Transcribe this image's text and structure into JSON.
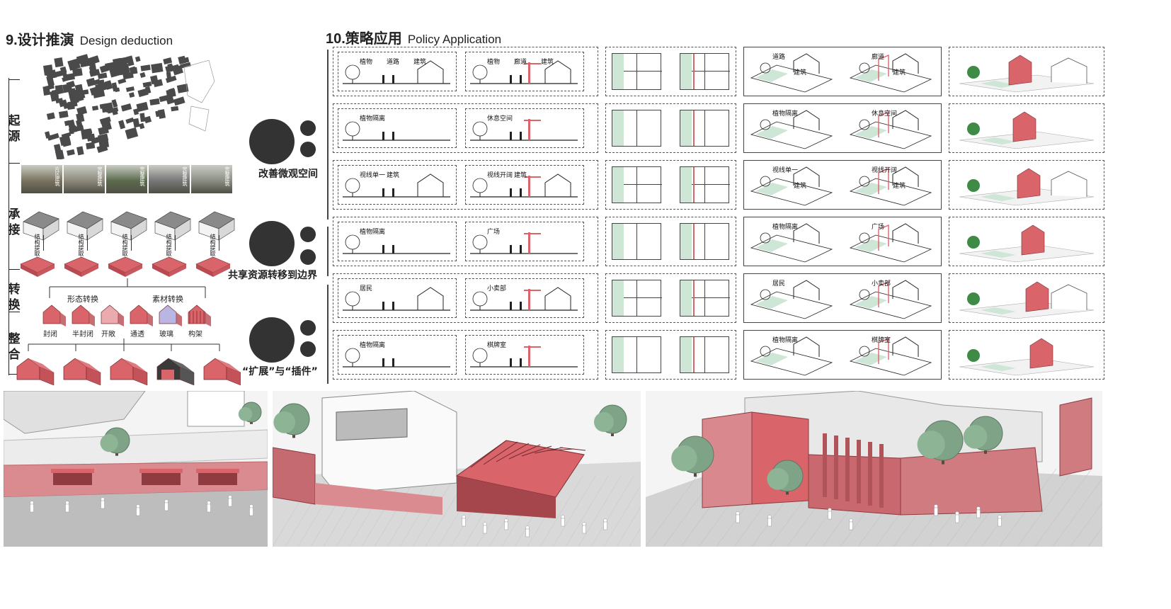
{
  "design_deduction": {
    "title": "9.设计推演",
    "title_en": "Design deduction",
    "stages": [
      "起源",
      "承接",
      "转换",
      "整合"
    ],
    "photo_labels": [
      "片区建筑",
      "完整建筑",
      "完整建筑",
      "完整建筑",
      "完整建筑"
    ],
    "extract_labels": [
      "结构提取",
      "结构提取",
      "结构提取",
      "结构提取",
      "结构提取"
    ],
    "transform_groups": [
      "形态转换",
      "素材转换"
    ],
    "transform_types": [
      "封闭",
      "半封闭",
      "开敞",
      "通透",
      "玻璃",
      "构架"
    ]
  },
  "strategies": [
    {
      "label": "改善微观空间"
    },
    {
      "label": "共享资源转移到边界"
    },
    {
      "label": "“扩展”与“插件”"
    }
  ],
  "policy_application": {
    "title": "10.策略应用",
    "title_en": "Policy Application",
    "rows": [
      {
        "sec_a": [
          "植物",
          "道路",
          "建筑"
        ],
        "sec_b": [
          "植物",
          "廊道",
          "建筑"
        ],
        "iso_a": [
          "道路",
          "建筑"
        ],
        "iso_b": [
          "廊道",
          "建筑"
        ]
      },
      {
        "sec_a": [
          "植物隔离"
        ],
        "sec_b": [
          "休息空间"
        ],
        "iso_a": [
          "植物隔离"
        ],
        "iso_b": [
          "休息空间"
        ]
      },
      {
        "sec_a": [
          "视线单一",
          "建筑"
        ],
        "sec_b": [
          "视线开阔",
          "建筑"
        ],
        "iso_a": [
          "视线单一",
          "建筑"
        ],
        "iso_b": [
          "视线开阔",
          "建筑"
        ]
      },
      {
        "sec_a": [
          "植物隔离"
        ],
        "sec_b": [
          "广场"
        ],
        "iso_a": [
          "植物隔离"
        ],
        "iso_b": [
          "广场"
        ]
      },
      {
        "sec_a": [
          "居民"
        ],
        "sec_b": [
          "小卖部"
        ],
        "iso_a": [
          "居民"
        ],
        "iso_b": [
          "小卖部"
        ]
      },
      {
        "sec_a": [
          "植物隔离"
        ],
        "sec_b": [
          "棋牌室"
        ],
        "iso_a": [
          "植物隔离"
        ],
        "iso_b": [
          "棋牌室"
        ]
      }
    ]
  },
  "colors": {
    "accent_red": "#d9656b",
    "plant_green": "#cde6d5",
    "dark": "#333333",
    "ground": "#bdbdbd"
  },
  "renders": [
    "street-wall-market-render",
    "courtyard-pavilion-render",
    "corner-plaza-render"
  ]
}
